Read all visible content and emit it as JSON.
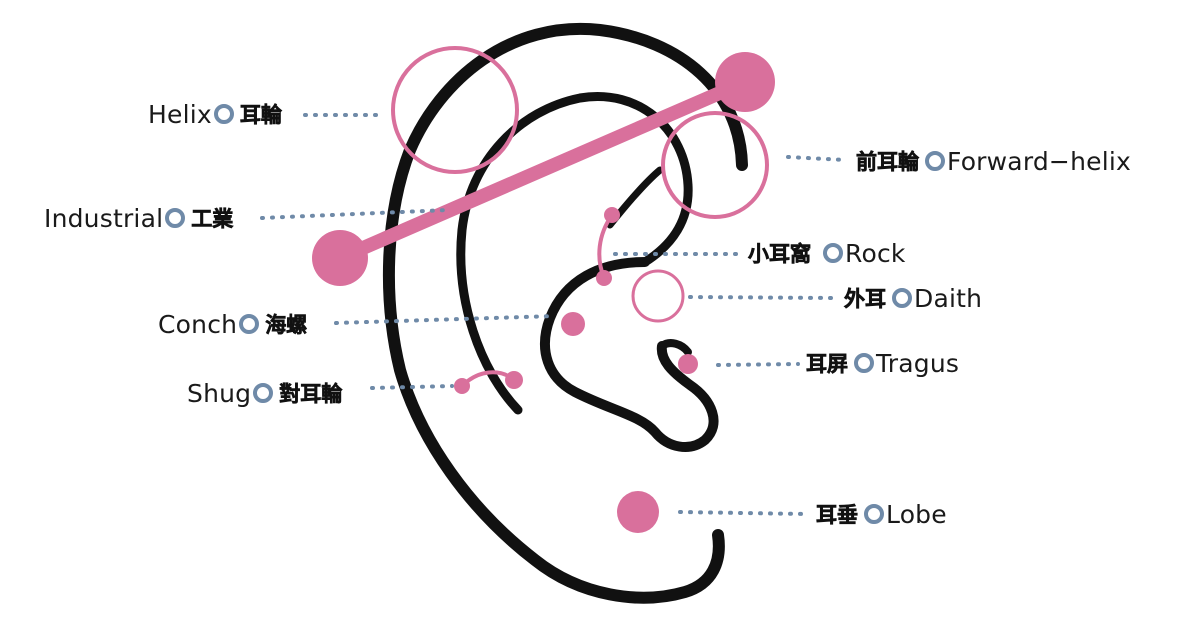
{
  "colors": {
    "ear_outline": "#111111",
    "jewelry": "#d9709c",
    "leader": "#6f8aa8",
    "marker": "#6f8aa8"
  },
  "labels": {
    "helix": {
      "en": "Helix",
      "zh": "耳輪"
    },
    "forward_helix": {
      "en": "Forward−helix",
      "zh": "前耳輪"
    },
    "industrial": {
      "en": "Industrial",
      "zh": "工業"
    },
    "rook": {
      "en": "Rock",
      "zh": "小耳窩"
    },
    "daith": {
      "en": "Daith",
      "zh": "外耳"
    },
    "conch": {
      "en": "Conch",
      "zh": "海螺"
    },
    "tragus": {
      "en": "Tragus",
      "zh": "耳屏"
    },
    "snug": {
      "en": "Shug",
      "zh": "對耳輪"
    },
    "lobe": {
      "en": "Lobe",
      "zh": "耳垂"
    }
  }
}
